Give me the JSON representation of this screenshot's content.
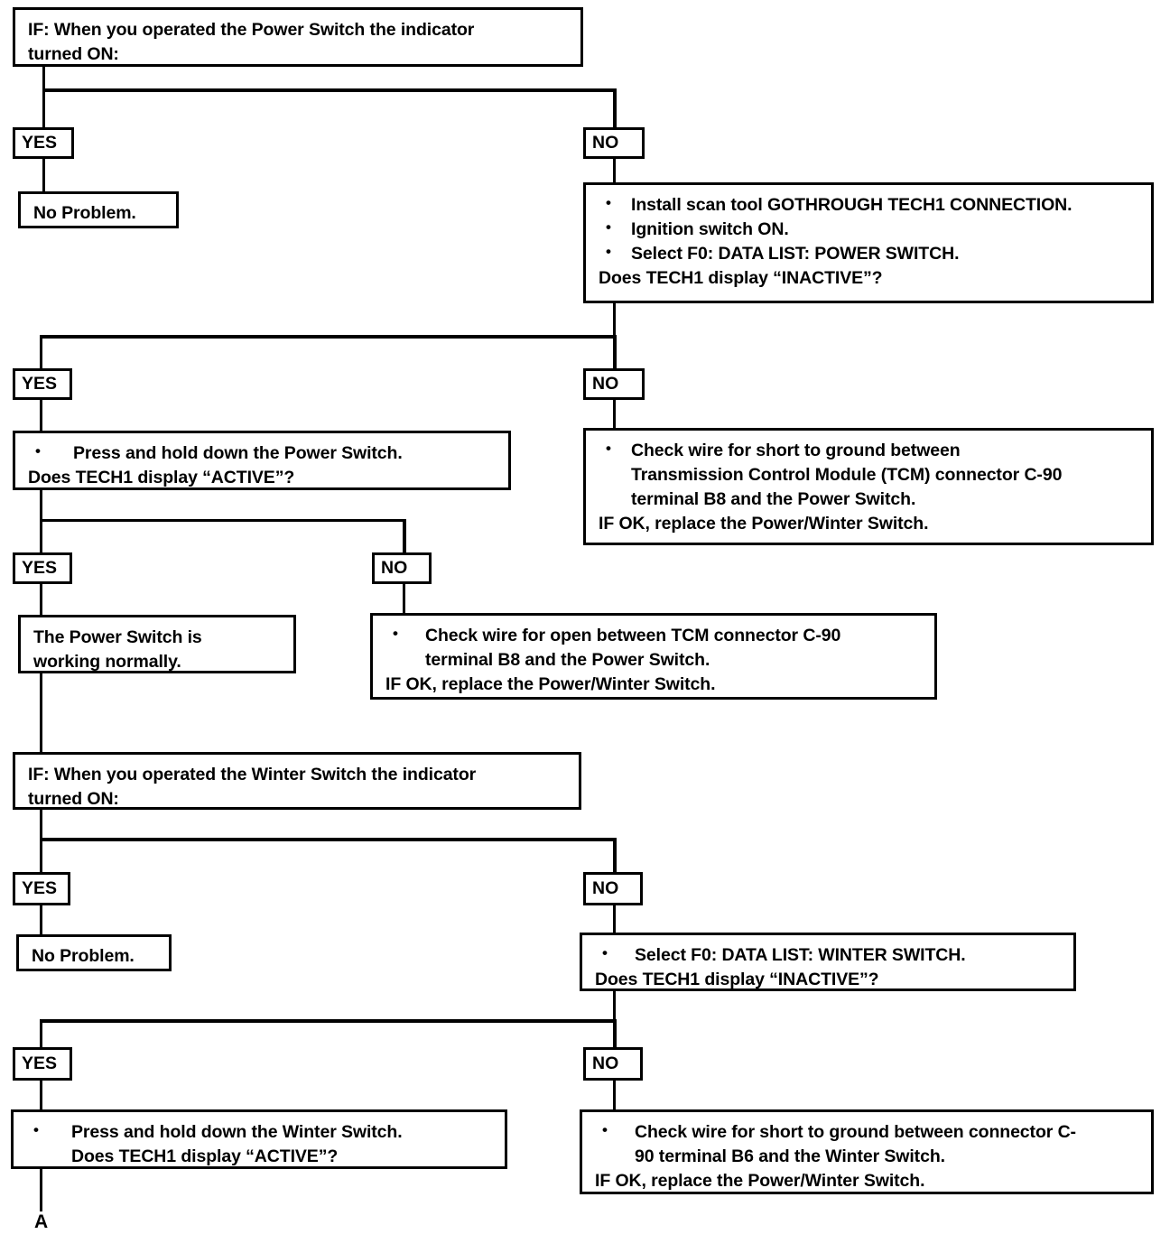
{
  "document": {
    "kind": "troubleshooting-flowchart",
    "end_marker": "A"
  },
  "labels": {
    "yes": "YES",
    "no": "NO"
  },
  "nodes": {
    "q1": {
      "line1": "IF: When you operated the Power Switch the indicator",
      "line2": "turned ON:"
    },
    "q1_yes_result": "No Problem.",
    "q1_no_steps": {
      "bullet1_pre": "Install scan tool GOTHROUGH ",
      "bullet1_bold": "TECH1 CONNECTION.",
      "bullet2": "Ignition switch ON.",
      "bullet3": "Select F0:  DATA LIST: POWER SWITCH.",
      "tail": "Does TECH1 display “INACTIVE”?"
    },
    "q2_yes_steps": {
      "bullet1": "Press and hold down the Power Switch.",
      "tail": "Does TECH1 display “ACTIVE”?"
    },
    "q2_no_action": {
      "bullet1_l1": "Check wire for short to ground between",
      "bullet1_l2": "Transmission Control Module (TCM) connector C-90",
      "bullet1_l3": "terminal B8 and the Power Switch.",
      "tail": "IF OK, replace the Power/Winter Switch."
    },
    "q3_yes_result": {
      "line1": "The Power Switch is",
      "line2": "working normally."
    },
    "q3_no_action": {
      "bullet1_l1": "Check wire for open between TCM connector C-90",
      "bullet1_l2": "terminal B8 and the Power Switch.",
      "tail": "IF OK, replace the Power/Winter Switch."
    },
    "q4": {
      "line1": "IF:  When you operated the Winter Switch the indicator",
      "line2": "turned ON:"
    },
    "q4_yes_result": "No Problem.",
    "q4_no_steps": {
      "bullet1": "Select F0:  DATA LIST: WINTER SWITCH.",
      "tail": "Does TECH1 display “INACTIVE”?"
    },
    "q5_yes_steps": {
      "bullet1": "Press and hold down the Winter Switch.",
      "tail": "Does TECH1 display “ACTIVE”?"
    },
    "q5_no_action": {
      "bullet1_l1": "Check wire for short to ground between connector C-",
      "bullet1_l2": "90 terminal B6 and the Winter Switch.",
      "tail": "IF OK, replace the Power/Winter Switch."
    }
  },
  "colors": {
    "ink": "#000000",
    "paper": "#ffffff"
  }
}
